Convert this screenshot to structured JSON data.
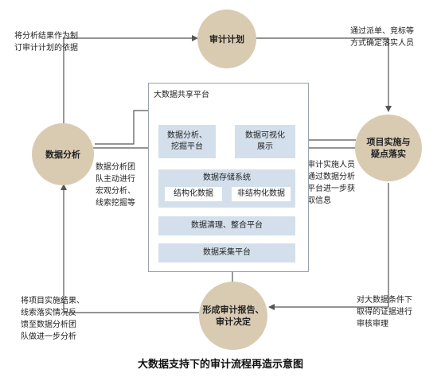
{
  "nodes": {
    "audit_plan": "审计计划",
    "data_analysis": "数据分析",
    "project_implementation": "项目实施与\n疑点落实",
    "audit_report": "形成审计报告、\n审计决定"
  },
  "notes": {
    "top_left": "将分析结果作为制\n订审计计划的依据",
    "top_right": "通过派单、竞标等\n方式确定落实人员",
    "middle_left": "数据分析团\n队主动进行\n宏观分析、\n线索挖掘等",
    "middle_right": "审计实施人员\n通过数据分析\n平台进一步获\n取信息",
    "bottom_left": "将项目实施结果、\n线索落实情况反\n馈至数据分析团\n队做进一步分析",
    "bottom_right": "对大数据条件下\n取得的证据进行\n审核审理"
  },
  "platform": {
    "title": "大数据共享平台",
    "analysis_mining": "数据分析、\n挖掘平台",
    "visualization": "数据可视化\n展示",
    "storage_system": "数据存储系统",
    "structured": "结构化数据",
    "unstructured": "非结构化数据",
    "cleaning": "数据清理、整合平台",
    "collection": "数据采集平台"
  },
  "caption": "大数据支持下的审计流程再造示意图",
  "colors": {
    "circle_fill": "#d9cbb2",
    "box_fill": "#d3e0ec",
    "line": "#555555"
  }
}
